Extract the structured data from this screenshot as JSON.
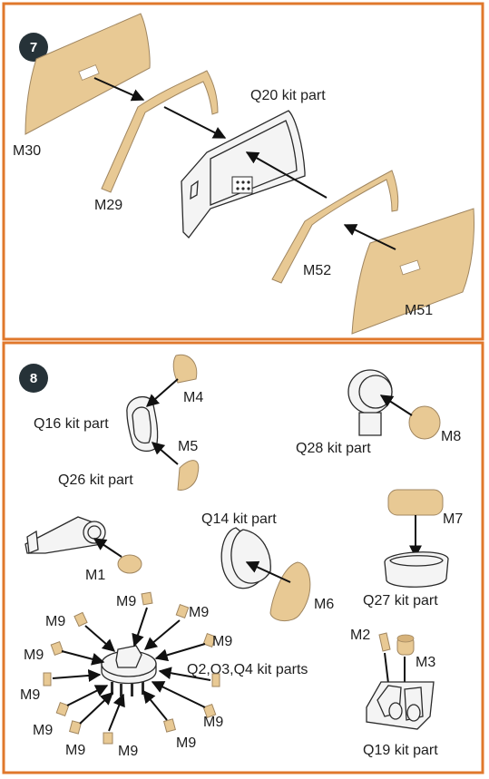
{
  "colors": {
    "frame": "#e0782c",
    "photo_etch": "#e8c994",
    "step_badge": "#263238"
  },
  "step7": {
    "number": "7",
    "labels": {
      "m30": "M30",
      "m29": "M29",
      "q20": "Q20 kit part",
      "m52": "M52",
      "m51": "M51"
    }
  },
  "step8": {
    "number": "8",
    "labels": {
      "m4": "M4",
      "q16": "Q16 kit part",
      "m5": "M5",
      "q26": "Q26 kit part",
      "q28": "Q28 kit part",
      "m8": "M8",
      "m7": "M7",
      "q14": "Q14 kit part",
      "m1": "M1",
      "m6": "M6",
      "q27": "Q27 kit part",
      "m9": "M9",
      "q234": "Q2,Q3,Q4 kit parts",
      "m2": "M2",
      "m3": "M3",
      "q19": "Q19 kit part"
    }
  }
}
